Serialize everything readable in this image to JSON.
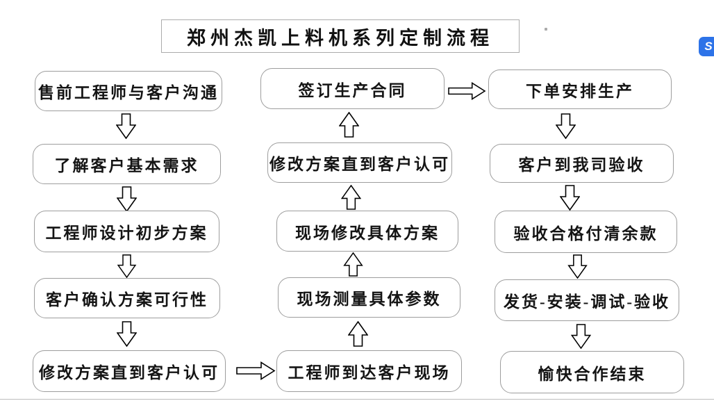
{
  "title": "郑州杰凯上料机系列定制流程",
  "flow": {
    "left": [
      "售前工程师与客户沟通",
      "了解客户基本需求",
      "工程师设计初步方案",
      "客户确认方案可行性",
      "修改方案直到客户认可"
    ],
    "middle": [
      "签订生产合同",
      "修改方案直到客户认可",
      "现场修改具体方案",
      "现场测量具体参数",
      "工程师到达客户现场"
    ],
    "right": [
      "下单安排生产",
      "客户到我司验收",
      "验收合格付清余款",
      "发货-安装-调试-验收",
      "愉快合作结束"
    ]
  },
  "arrows": {
    "left_column_direction": "down",
    "middle_column_direction": "up",
    "right_column_direction": "down",
    "left_bottom_to_middle_bottom": "right",
    "middle_top_to_right_top": "right"
  },
  "overlay": {
    "floating_icon_glyph": "S"
  },
  "colors": {
    "box_border": "#9d9d9d",
    "title_border": "#ababab",
    "arrow_stroke": "#000000",
    "text": "#141414",
    "floating_icon_bg": "#2d73e8"
  }
}
